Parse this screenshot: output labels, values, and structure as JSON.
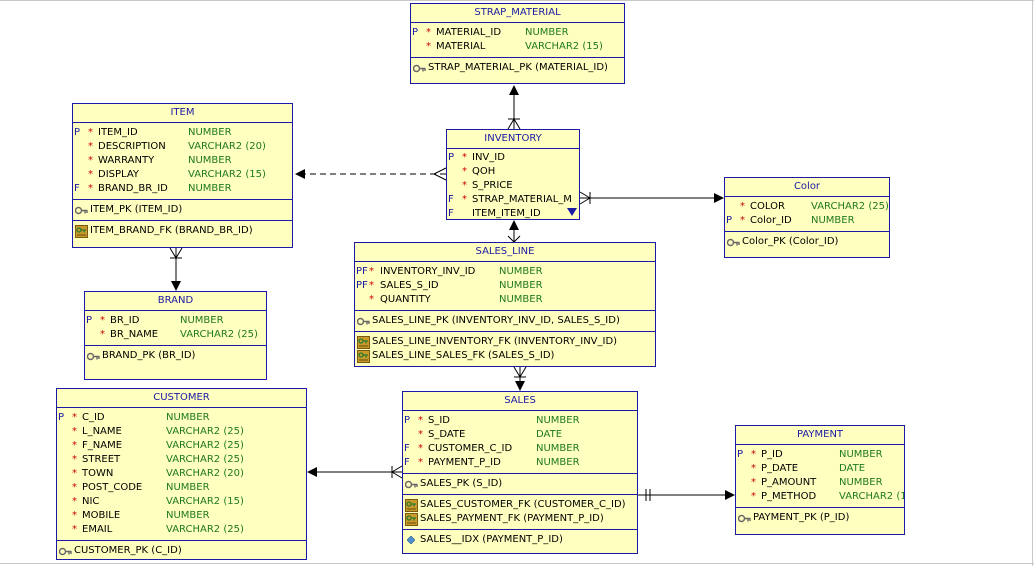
{
  "colors": {
    "entity_fill": "#ffffc0",
    "entity_border": "#1a1aa6",
    "title_text": "#1a1aa6",
    "datatype_text": "#1f7a1f",
    "mandatory_marker": "#cc0000"
  },
  "entities": {
    "strap_material": {
      "title": "STRAP_MATERIAL",
      "columns": [
        {
          "key": "P",
          "req": "*",
          "name": "MATERIAL_ID",
          "type": "NUMBER"
        },
        {
          "key": "",
          "req": "*",
          "name": "MATERIAL",
          "type": "VARCHAR2 (15)"
        }
      ],
      "pk": "STRAP_MATERIAL_PK (MATERIAL_ID)"
    },
    "item": {
      "title": "ITEM",
      "columns": [
        {
          "key": "P",
          "req": "*",
          "name": "ITEM_ID",
          "type": "NUMBER"
        },
        {
          "key": "",
          "req": "*",
          "name": "DESCRIPTION",
          "type": "VARCHAR2 (20)"
        },
        {
          "key": "",
          "req": "*",
          "name": "WARRANTY",
          "type": "NUMBER"
        },
        {
          "key": "",
          "req": "*",
          "name": "DISPLAY",
          "type": "VARCHAR2 (15)"
        },
        {
          "key": "F",
          "req": "*",
          "name": "BRAND_BR_ID",
          "type": "NUMBER"
        }
      ],
      "pk": "ITEM_PK (ITEM_ID)",
      "fks": [
        "ITEM_BRAND_FK (BRAND_BR_ID)"
      ]
    },
    "inventory": {
      "title": "INVENTORY",
      "columns": [
        {
          "key": "P",
          "req": "*",
          "name": "INV_ID",
          "type": ""
        },
        {
          "key": "",
          "req": "*",
          "name": "QOH",
          "type": ""
        },
        {
          "key": "",
          "req": "*",
          "name": "S_PRICE",
          "type": ""
        },
        {
          "key": "F",
          "req": "*",
          "name": "STRAP_MATERIAL_M",
          "type": ""
        },
        {
          "key": "F",
          "req": "",
          "name": "ITEM_ITEM_ID",
          "type": ""
        }
      ]
    },
    "color": {
      "title": "Color",
      "columns": [
        {
          "key": "",
          "req": "*",
          "name": "COLOR",
          "type": "VARCHAR2 (25)"
        },
        {
          "key": "P",
          "req": "*",
          "name": "Color_ID",
          "type": "NUMBER"
        }
      ],
      "pk": "Color_PK (Color_ID)"
    },
    "sales_line": {
      "title": "SALES_LINE",
      "columns": [
        {
          "key": "PF",
          "req": "*",
          "name": "INVENTORY_INV_ID",
          "type": "NUMBER"
        },
        {
          "key": "PF",
          "req": "*",
          "name": "SALES_S_ID",
          "type": "NUMBER"
        },
        {
          "key": "",
          "req": "*",
          "name": "QUANTITY",
          "type": "NUMBER"
        }
      ],
      "pk": "SALES_LINE_PK (INVENTORY_INV_ID, SALES_S_ID)",
      "fks": [
        "SALES_LINE_INVENTORY_FK (INVENTORY_INV_ID)",
        "SALES_LINE_SALES_FK (SALES_S_ID)"
      ]
    },
    "brand": {
      "title": "BRAND",
      "columns": [
        {
          "key": "P",
          "req": "*",
          "name": "BR_ID",
          "type": "NUMBER"
        },
        {
          "key": "",
          "req": "*",
          "name": "BR_NAME",
          "type": "VARCHAR2 (25)"
        }
      ],
      "pk": "BRAND_PK (BR_ID)"
    },
    "customer": {
      "title": "CUSTOMER",
      "columns": [
        {
          "key": "P",
          "req": "*",
          "name": "C_ID",
          "type": "NUMBER"
        },
        {
          "key": "",
          "req": "*",
          "name": "L_NAME",
          "type": "VARCHAR2 (25)"
        },
        {
          "key": "",
          "req": "*",
          "name": "F_NAME",
          "type": "VARCHAR2 (25)"
        },
        {
          "key": "",
          "req": "*",
          "name": "STREET",
          "type": "VARCHAR2 (25)"
        },
        {
          "key": "",
          "req": "*",
          "name": "TOWN",
          "type": "VARCHAR2 (20)"
        },
        {
          "key": "",
          "req": "*",
          "name": "POST_CODE",
          "type": "NUMBER"
        },
        {
          "key": "",
          "req": "*",
          "name": "NIC",
          "type": "VARCHAR2 (15)"
        },
        {
          "key": "",
          "req": "*",
          "name": "MOBILE",
          "type": "NUMBER"
        },
        {
          "key": "",
          "req": "*",
          "name": "EMAIL",
          "type": "VARCHAR2 (25)"
        }
      ],
      "pk": "CUSTOMER_PK (C_ID)"
    },
    "sales": {
      "title": "SALES",
      "columns": [
        {
          "key": "P",
          "req": "*",
          "name": "S_ID",
          "type": "NUMBER"
        },
        {
          "key": "",
          "req": "*",
          "name": "S_DATE",
          "type": "DATE"
        },
        {
          "key": "F",
          "req": "*",
          "name": "CUSTOMER_C_ID",
          "type": "NUMBER"
        },
        {
          "key": "F",
          "req": "*",
          "name": "PAYMENT_P_ID",
          "type": "NUMBER"
        }
      ],
      "pk": "SALES_PK (S_ID)",
      "fks": [
        "SALES_CUSTOMER_FK (CUSTOMER_C_ID)",
        "SALES_PAYMENT_FK (PAYMENT_P_ID)"
      ],
      "idx": "SALES__IDX (PAYMENT_P_ID)"
    },
    "payment": {
      "title": "PAYMENT",
      "columns": [
        {
          "key": "P",
          "req": "*",
          "name": "P_ID",
          "type": "NUMBER"
        },
        {
          "key": "",
          "req": "*",
          "name": "P_DATE",
          "type": "DATE"
        },
        {
          "key": "",
          "req": "*",
          "name": "P_AMOUNT",
          "type": "NUMBER"
        },
        {
          "key": "",
          "req": "*",
          "name": "P_METHOD",
          "type": "VARCHAR2 (1"
        }
      ],
      "pk": "PAYMENT_PK (P_ID)"
    }
  }
}
